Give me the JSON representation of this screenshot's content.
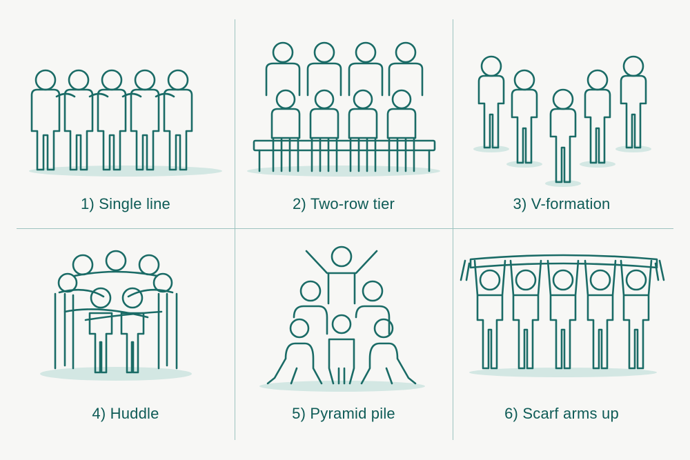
{
  "panels": [
    {
      "label": "1) Single line"
    },
    {
      "label": "2) Two-row tier"
    },
    {
      "label": "3) V-formation"
    },
    {
      "label": "4) Huddle"
    },
    {
      "label": "5) Pyramid pile"
    },
    {
      "label": "6) Scarf arms up"
    }
  ],
  "colors": {
    "stroke": "#1a6b66",
    "text": "#0e5b56",
    "shadow": "#d3e7e3",
    "divider": "#9cc3bf",
    "background": "#f7f7f5"
  }
}
